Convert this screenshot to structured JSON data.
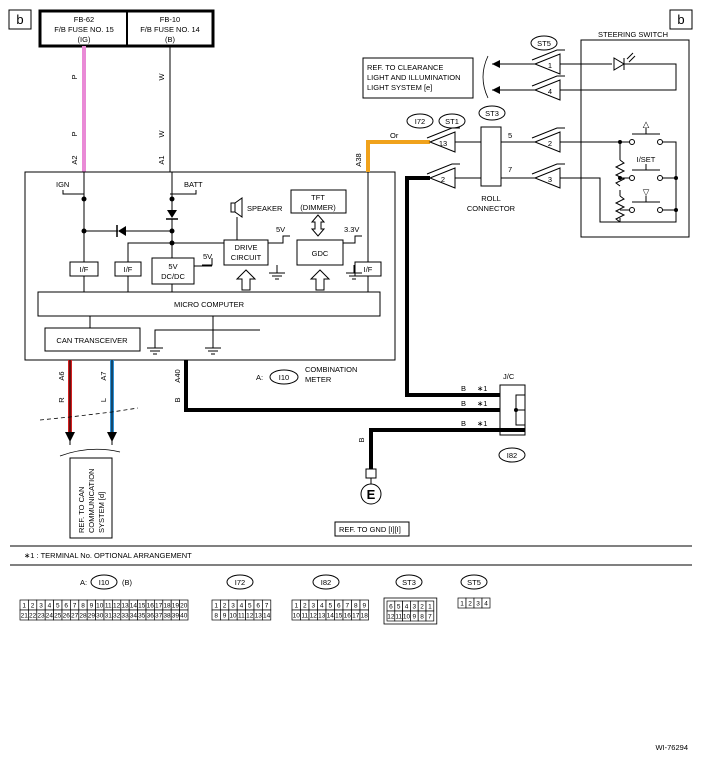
{
  "corner_left": "b",
  "corner_right": "b",
  "fuse_left": {
    "id": "FB-62",
    "line1": "F/B FUSE NO. 15",
    "line2": "(IG)"
  },
  "fuse_right": {
    "id": "FB-10",
    "line1": "F/B FUSE NO. 14",
    "line2": "(B)"
  },
  "wire_colors": {
    "P": "P",
    "W": "W",
    "R": "R",
    "L": "L",
    "B": "B",
    "Or": "Or"
  },
  "pins": {
    "a2": "A2",
    "a1": "A1",
    "a38": "A38",
    "a6": "A6",
    "a7": "A7",
    "a40": "A40"
  },
  "meter": {
    "ign": "IGN",
    "batt": "BATT",
    "speaker": "SPEAKER",
    "tft1": "TFT",
    "tft2": "(DIMMER)",
    "drive1": "DRIVE",
    "drive2": "CIRCUIT",
    "gdc": "GDC",
    "v5": "5V",
    "v33": "3.3V",
    "dcdc1": "5V",
    "dcdc2": "DC/DC",
    "v5b": "5V",
    "if": "I/F",
    "micro": "MICRO COMPUTER",
    "can": "CAN TRANSCEIVER",
    "label_prefix": "A:",
    "label_conn": "I10",
    "label1": "COMBINATION",
    "label2": "METER"
  },
  "ref_clearance": {
    "l1": "REF. TO CLEARANCE",
    "l2": "LIGHT AND ILLUMINATION",
    "l3": "LIGHT SYSTEM  [e]"
  },
  "ref_can": {
    "l1": "REF. TO CAN",
    "l2": "COMMUNICATION",
    "l3": "SYSTEM  [d]"
  },
  "ref_gnd": "REF. TO GND  [I][I]",
  "ground_symbol": "E",
  "connectors": {
    "i72": "I72",
    "st1": "ST1",
    "st3": "ST3",
    "st5": "ST5",
    "i82": "I82",
    "i10": "I10"
  },
  "roll": {
    "l1": "ROLL",
    "l2": "CONNECTOR"
  },
  "jc": "J/C",
  "star1": "∗1",
  "steering": {
    "title": "STEERING SWITCH",
    "iset": "I/SET",
    "up": "△",
    "down": "▽"
  },
  "tri_nums": {
    "st5_1": "1",
    "st5_4": "4",
    "st1_13": "13",
    "st1_2": "2",
    "st3_5": "5",
    "st3_7": "7",
    "sw_2": "2",
    "sw_3": "3"
  },
  "note": "∗1  : TERMINAL No. OPTIONAL ARRANGEMENT",
  "legend": {
    "i10_prefix": "A:",
    "i10_name": "I10",
    "i10_b": "(B)",
    "i10_row1": [
      "1",
      "2",
      "3",
      "4",
      "5",
      "6",
      "7",
      "8",
      "9",
      "10",
      "11",
      "12",
      "13",
      "14",
      "15",
      "16",
      "17",
      "18",
      "19",
      "20"
    ],
    "i10_row2": [
      "21",
      "22",
      "23",
      "24",
      "25",
      "26",
      "27",
      "28",
      "29",
      "30",
      "31",
      "32",
      "33",
      "34",
      "35",
      "36",
      "37",
      "38",
      "39",
      "40"
    ],
    "i72_name": "I72",
    "i72_row1": [
      "1",
      "2",
      "3",
      "4",
      "5",
      "6",
      "7"
    ],
    "i72_row2": [
      "8",
      "9",
      "10",
      "11",
      "12",
      "13",
      "14"
    ],
    "i82_name": "I82",
    "i82_row1": [
      "1",
      "2",
      "3",
      "4",
      "5",
      "6",
      "7",
      "8",
      "9"
    ],
    "i82_row2": [
      "10",
      "11",
      "12",
      "13",
      "14",
      "15",
      "16",
      "17",
      "18"
    ],
    "st3_name": "ST3",
    "st3_row1": [
      "6",
      "5",
      "4",
      "3",
      "2",
      "1"
    ],
    "st3_row2": [
      "12",
      "11",
      "10",
      "9",
      "8",
      "7"
    ],
    "st5_name": "ST5",
    "st5_row1": [
      "1",
      "2",
      "3",
      "4"
    ]
  },
  "figure_id": "WI-76294",
  "colors": {
    "pink": "#e98ad6",
    "orange": "#f0a21c",
    "red": "#d42020",
    "blue": "#2b8fd6",
    "black": "#000000"
  }
}
